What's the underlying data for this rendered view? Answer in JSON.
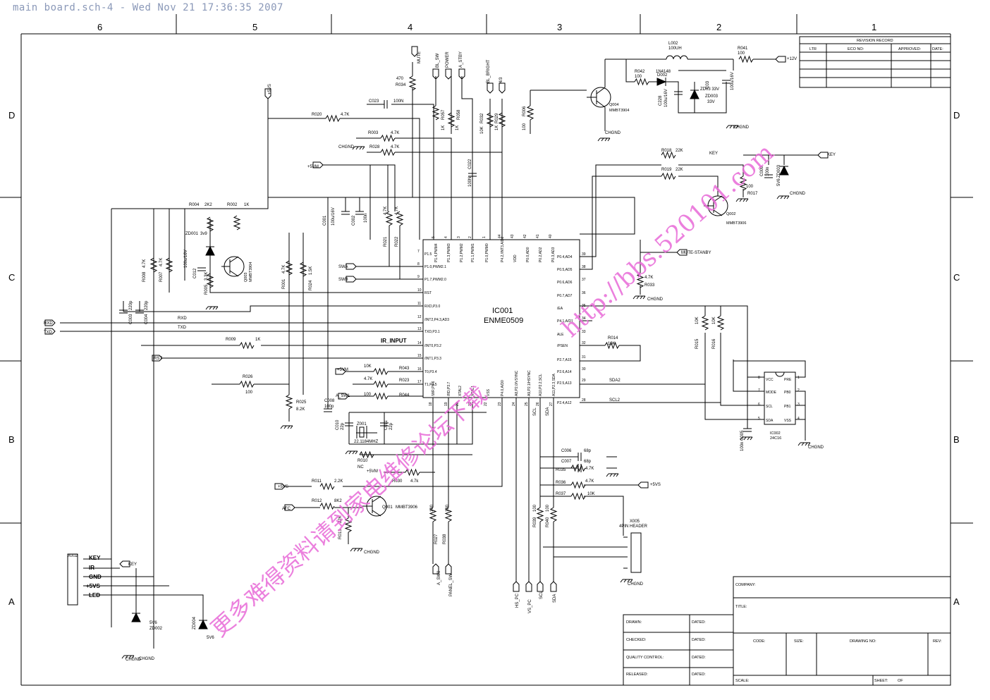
{
  "header": {
    "text": "main board.sch-4 - Wed Nov 21 17:36:35 2007"
  },
  "grid": {
    "cols": [
      "6",
      "5",
      "4",
      "3",
      "2",
      "1"
    ],
    "rows": [
      "D",
      "C",
      "B",
      "A"
    ]
  },
  "ic001": {
    "ref": "IC001",
    "part": "ENME0509",
    "left_pins": [
      {
        "num": "7",
        "name": "P1.5"
      },
      {
        "num": "8",
        "name": "P1.0,PWM2.1"
      },
      {
        "num": "9",
        "name": "P1.7,PWM2.0"
      },
      {
        "num": "10",
        "name": "RST"
      },
      {
        "num": "11",
        "name": "RXD,P3.0"
      },
      {
        "num": "12",
        "name": "/INT2,P4.3,AD3"
      },
      {
        "num": "13",
        "name": "TXD,P3.1"
      },
      {
        "num": "14",
        "name": "/INT0,P3.2"
      },
      {
        "num": "15",
        "name": "/INT1,P3.3"
      },
      {
        "num": "16",
        "name": "T0,P3.4"
      },
      {
        "num": "17",
        "name": "T1,P3.5"
      }
    ],
    "right_pins": [
      {
        "num": "39",
        "name": "P0.4,AD4"
      },
      {
        "num": "38",
        "name": "P0.5,AD5"
      },
      {
        "num": "37",
        "name": "P0.6,AD6"
      },
      {
        "num": "36",
        "name": "P0.7,AD7"
      },
      {
        "num": "35",
        "name": "/EA"
      },
      {
        "num": "34",
        "name": "P4.1,A/D1"
      },
      {
        "num": "33",
        "name": "ALE"
      },
      {
        "num": "32",
        "name": "/PSEN"
      },
      {
        "num": "31",
        "name": "P2.7,A15"
      },
      {
        "num": "30",
        "name": "P2.6,A14"
      },
      {
        "num": "29",
        "name": "P2.5,A13"
      },
      {
        "num": "28",
        "name": "P2.4,A12"
      }
    ],
    "top_pins": [
      {
        "num": "5",
        "name": "P1.4,PWM4"
      },
      {
        "num": "4",
        "name": "P1.3,PWM3"
      },
      {
        "num": "3",
        "name": "P1.2,PWM2"
      },
      {
        "num": "2",
        "name": "P1.1,PWM1"
      },
      {
        "num": "1",
        "name": "P1.0,PWM0"
      },
      {
        "num": "44",
        "name": "P4.2,/INT3,A/D2"
      },
      {
        "num": "43",
        "name": "VDD"
      },
      {
        "num": "42",
        "name": "P0.0,AD0"
      },
      {
        "num": "41",
        "name": "P0.2,AD2"
      },
      {
        "num": "40",
        "name": "P0.3,AD3"
      }
    ],
    "bottom_pins": [
      {
        "num": "18",
        "name": "/WR,P3.6"
      },
      {
        "num": "19",
        "name": "/RD,P3.7"
      },
      {
        "num": "20",
        "name": "XTAL2"
      },
      {
        "num": "21",
        "name": "XTAL1"
      },
      {
        "num": "22",
        "name": "VSS"
      },
      {
        "num": "23",
        "name": "P4.0,A/D0"
      },
      {
        "num": "24",
        "name": "A8,P2.0/VSYNC"
      },
      {
        "num": "25",
        "name": "A9,P2.1/HSYNC"
      },
      {
        "num": "26",
        "name": "A10,P2.2,SCL"
      },
      {
        "num": "27",
        "name": "A11,P2.3,SDA"
      }
    ]
  },
  "ic002": {
    "ref": "IC002",
    "part": "24C16",
    "left_pins": [
      {
        "num": "8",
        "name": "VCC"
      },
      {
        "num": "7",
        "name": "MODE"
      },
      {
        "num": "6",
        "name": "SCL"
      },
      {
        "num": "5",
        "name": "SDA"
      }
    ],
    "right_pins": [
      {
        "num": "1",
        "name": "PRE"
      },
      {
        "num": "2",
        "name": "PB0"
      },
      {
        "num": "3",
        "name": "PB1"
      },
      {
        "num": "4",
        "name": "VSS"
      }
    ]
  },
  "transistors": [
    {
      "ref": "Q004",
      "part": "MMBT3904"
    },
    {
      "ref": "Q002",
      "part": "MMBT3906"
    },
    {
      "ref": "Q003",
      "part": "MMBT3904"
    },
    {
      "ref": "Q001",
      "part": "MMBT3906"
    }
  ],
  "labels": {
    "r041": "R041",
    "r041v": "100",
    "l002": "L002",
    "l002v": "100UH",
    "v12": "+12V",
    "r042": "R042",
    "r042v": "100",
    "d002": "1N4148",
    "d002r": "D002",
    "c228": "C228",
    "c228v": "100u/16V",
    "c03": "C03",
    "c03v": "100u/16V",
    "zd003a": "ZD03 33V",
    "zd003": "ZD003",
    "zd003v": "33V",
    "c03b": "100u/16V",
    "chgnd": "CHGND",
    "rev_title": "REVISION RECORD",
    "rev_ltr": "LTR",
    "rev_eco": "ECO NO:",
    "rev_app": "APPROVED:",
    "rev_date": "DATE:",
    "mute": "MUTE",
    "bl_sw": "BL_SW",
    "power": "POWER",
    "a_stby": "A_STBY",
    "bl_bright": "BL_BRIGHT",
    "ratio": "4/3",
    "r034": "R034",
    "r034v": "470",
    "c023": "C023",
    "c023v": "100N",
    "r020": "R020",
    "r020v": "4.7K",
    "r057": "R057",
    "r057v": "1K",
    "r058": "R058",
    "r058v": "1K",
    "r032": "R032",
    "r032v": "10K",
    "r029": "R029",
    "r029v": "1K",
    "r006": "R006",
    "r006v": "100",
    "r003": "R003",
    "r003v": "4.7K",
    "r028": "R028",
    "r028v": "4.7K",
    "v5vs": "+5VS",
    "v5vm": "+5VM",
    "c022": "C022",
    "c022v": "100N",
    "r018": "R018",
    "r018v": "22K",
    "key": "KEY",
    "r019": "R019",
    "r019v": "22K",
    "c009": "C009",
    "c009v": "100n",
    "zd003b": "ZD003",
    "zd003bv": "5V6",
    "r017": "R017",
    "r017v": "100",
    "r004": "R004",
    "r004v": "2K2",
    "r002": "R002",
    "r002v": "1K",
    "zd001": "ZD001",
    "zd001v": "3v9",
    "c012": "C012",
    "c012v": "100u/16V",
    "r005": "R005",
    "r005v": "3.3K",
    "r008": "R008",
    "r008v": "4.7K",
    "r007": "R007",
    "r007v": "4.7K",
    "c001": "C001",
    "c001v": "100u/16V",
    "c002": "C002",
    "c002v": "100n",
    "r021": "R021",
    "r021v": "4.7K",
    "r022": "R022",
    "r022v": "4.7K",
    "r001": "R001",
    "r001v": "4.7K",
    "r024": "R024",
    "r024v": "1.5K",
    "swa": "SWA",
    "swb": "SWB",
    "mute_stby": "MUTE-STANBY",
    "r033": "R033",
    "r033v": "4.7K",
    "rxd": "RXD",
    "txd": "TXD",
    "c003": "C003",
    "c003v": "220p",
    "c004": "C004",
    "c004v": "220p",
    "r009": "R009",
    "r009v": "1K",
    "ir_input": "IR_INPUT",
    "rst": "RST",
    "r014": "R014",
    "r014v": "10K",
    "r015": "R015",
    "r015v": "10K",
    "r016": "R016",
    "r016v": "10K",
    "r043": "R043",
    "r043v": "10K",
    "r023": "R023",
    "r023v": "4.7K",
    "r044": "R044",
    "r044v": "100",
    "a_sw1": "A_SW1",
    "c008": "C008",
    "c008v": "100p",
    "r026": "R026",
    "r026v": "100",
    "r025": "R025",
    "r025v": "8.2K",
    "sda2": "SDA2",
    "scl2": "SCL2",
    "c005": "C005",
    "c005v": "100n",
    "c010": "C010",
    "c010v": "22p",
    "c011": "C011",
    "c011v": "22p",
    "z001": "Z001",
    "z001v": "22.1184MHZ",
    "r010": "R010",
    "r010v": "NC",
    "r030": "R030",
    "r030v": "4.7k",
    "c006": "C006",
    "c006v": "68p",
    "c007": "C007",
    "c007v": "68p",
    "r035": "R035",
    "r035v": "4.7K",
    "r036": "R036",
    "r036v": "4.7K",
    "r037": "R037",
    "r037v": "10K",
    "scl": "SCL",
    "sda": "SDA",
    "r011": "R011",
    "r011v": "2.2K",
    "r012": "R012",
    "r012v": "8K2",
    "r013": "R013",
    "r013v": "22K",
    "afc": "AFC",
    "r027": "R027",
    "r027v": "100",
    "r038": "R038",
    "r038v": "100",
    "r039": "R039",
    "r039v": "100",
    "r040": "R040",
    "r040v": "100",
    "x005": "X005",
    "x005v": "4PIN HEADER",
    "a_sw0": "A_SW0",
    "panel_sw": "PANEL_SW",
    "hs_pc": "HS_PC",
    "vs_pc": "VS_PC",
    "x002": "X002",
    "x002_key": "KEY",
    "x002_ir": "IR",
    "x002_gnd": "GND",
    "x002_5vs": "+5VS",
    "x002_led": "LED",
    "zd002": "ZD002",
    "zd002v": "5V6",
    "zd004": "ZD004",
    "zd004v": "5V6",
    "one": "1"
  },
  "titleblock": {
    "company": "COMPANY:",
    "title": "TITLE:",
    "drawn": "DRAWN:",
    "checked": "CHECKED:",
    "qc": "QUALITY CONTROL:",
    "released": "RELEASED:",
    "dated": "DATED:",
    "code": "CODE:",
    "size": "SIZE:",
    "drawing_no": "DRAWING NO:",
    "rev": "REV:",
    "scale": "SCALE:",
    "sheet": "SHEET:",
    "of": "OF"
  },
  "watermark": {
    "text": "更多难得资料请到家电维修论坛下载",
    "url": "http://bbs.520101.com",
    "color": "#e86ad8"
  }
}
